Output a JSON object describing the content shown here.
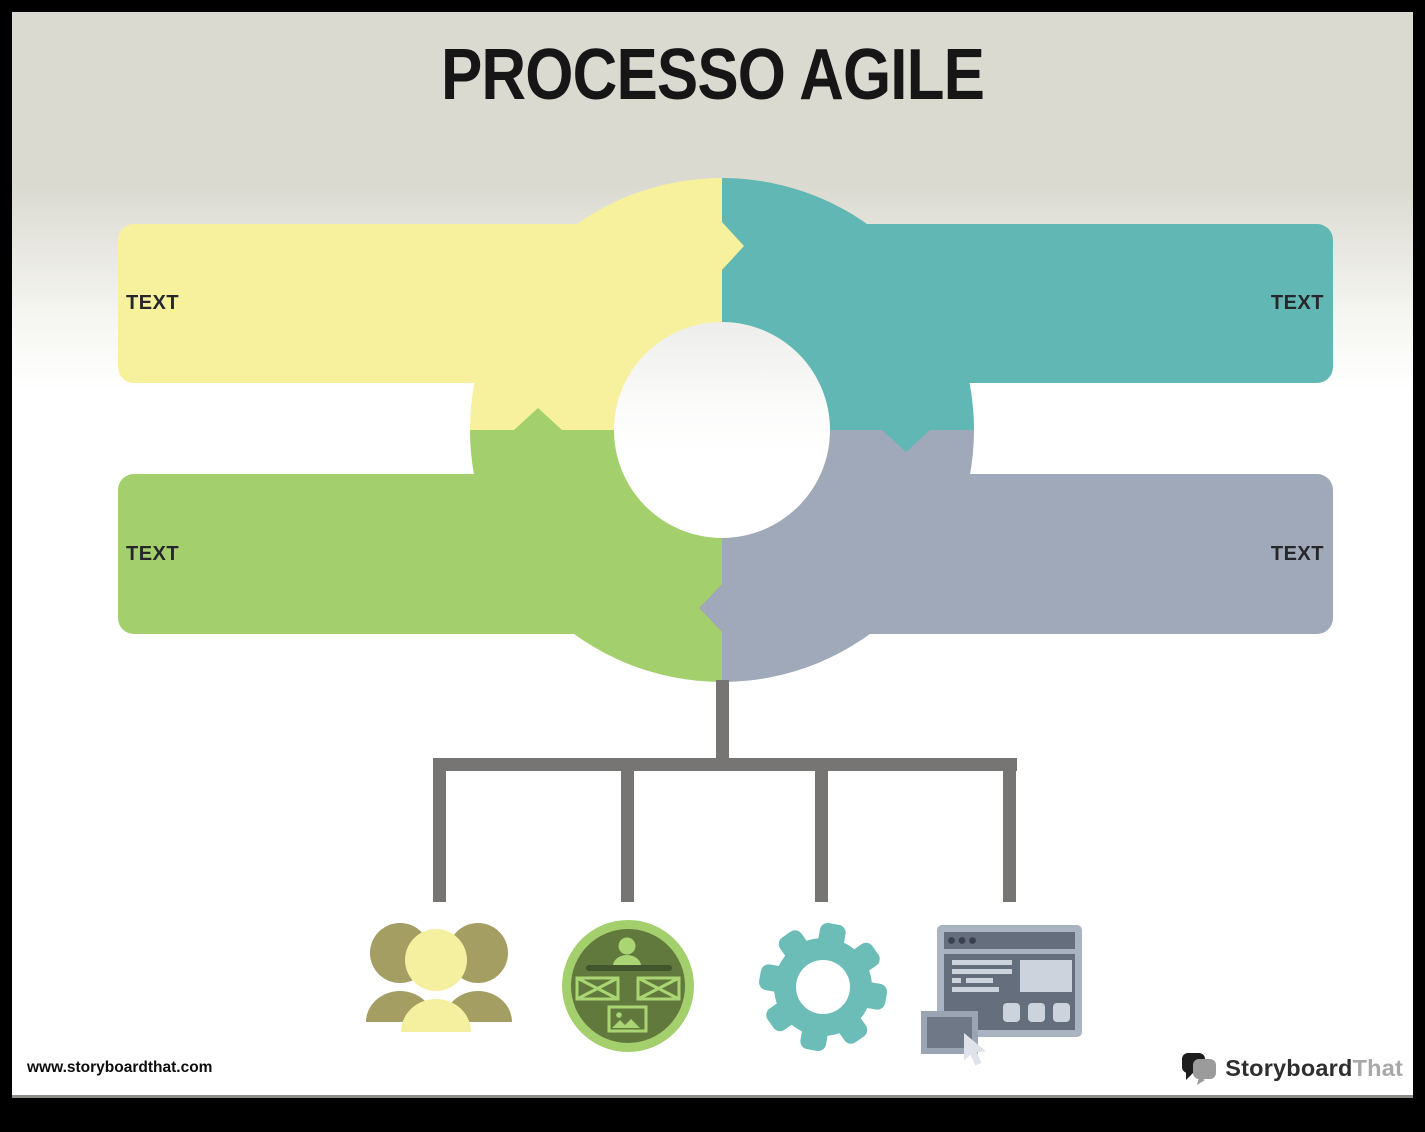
{
  "window": {
    "title": "PROCESSO AGILE"
  },
  "diagram": {
    "type": "cycle-process",
    "direction": "clockwise",
    "segments": [
      {
        "position": "top-left",
        "label": "TEXT",
        "color": "#f7f19e"
      },
      {
        "position": "top-right",
        "label": "TEXT",
        "color": "#60b7b3"
      },
      {
        "position": "bottom-left",
        "label": "TEXT",
        "color": "#a3d06c"
      },
      {
        "position": "bottom-right",
        "label": "TEXT",
        "color": "#9fa9b9"
      }
    ],
    "branches": {
      "connector_color": "#767573",
      "icons": [
        {
          "name": "team-icon"
        },
        {
          "name": "wireframe-icon"
        },
        {
          "name": "gear-icon"
        },
        {
          "name": "browser-window-icon"
        }
      ]
    }
  },
  "footer": {
    "url": "www.storyboardthat.com",
    "logo": {
      "primary": "Storyboard",
      "secondary": "That"
    }
  },
  "colors": {
    "bg-top": "#dbdad1",
    "title": "#161616",
    "label": "#25272b",
    "yellow": "#f7f19e",
    "teal": "#60b7b3",
    "green": "#a3d06c",
    "gray": "#9fa9b9",
    "tree": "#767573",
    "olive": "#a49e63",
    "pale-yellow": "#f5efa0",
    "wf-ring": "#a3cf6c",
    "wf-fill": "#62793d",
    "wf-dark": "#42552c",
    "wf-light": "#a9d673",
    "gear": "#6cbcb8",
    "br-frame": "#a9b3c2",
    "br-panel": "#646e7d",
    "br-dots": "#39414e",
    "br-light": "#cdd3dd",
    "br-win-border": "#9aa4b3",
    "br-win-fill": "#6e7887",
    "br-cursor": "#dfe3e9",
    "logo-dark": "#2e2e2e",
    "logo-light": "#a8a8a8",
    "bubble-dark": "#1d1d1d",
    "bubble-gray": "#9b9b9b"
  }
}
